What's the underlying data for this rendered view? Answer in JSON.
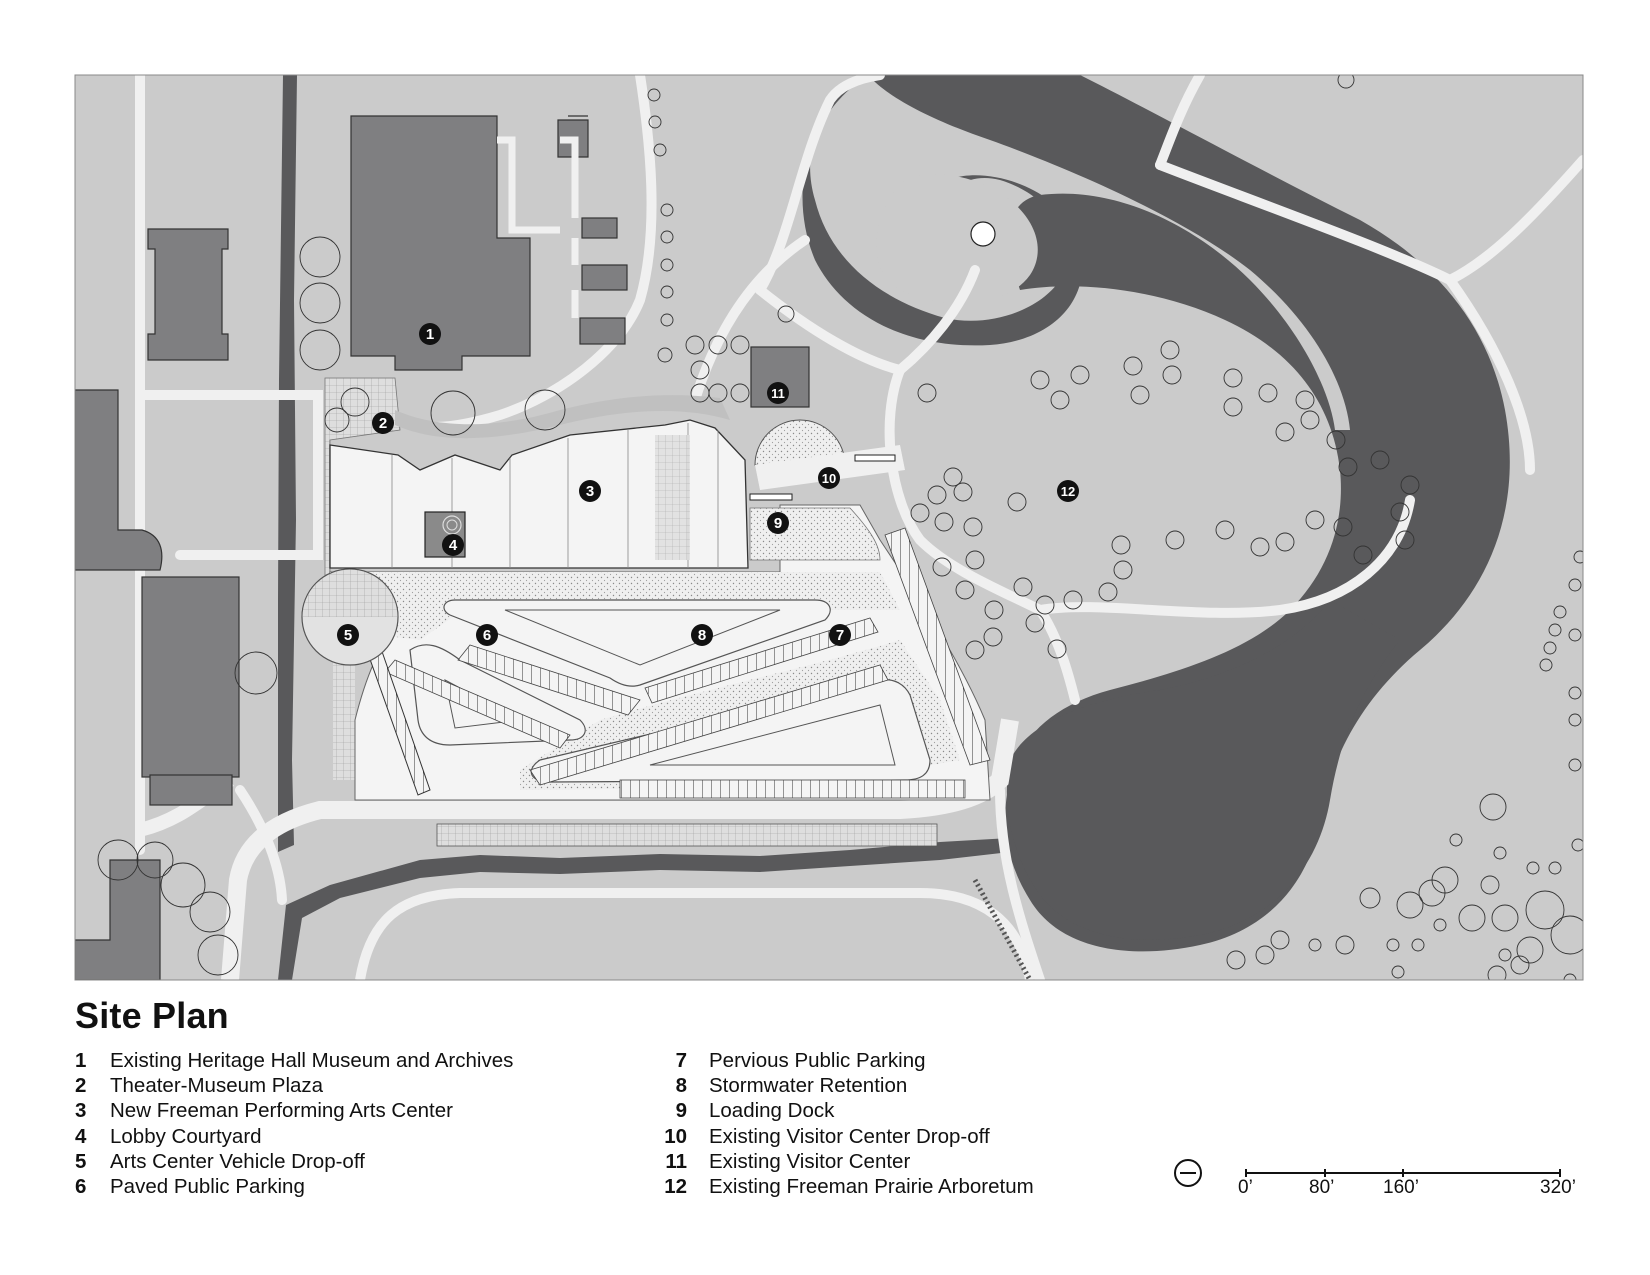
{
  "title": "Site Plan",
  "legend_left": [
    {
      "num": "1",
      "label": "Existing Heritage Hall Museum and Archives"
    },
    {
      "num": "2",
      "label": "Theater-Museum Plaza"
    },
    {
      "num": "3",
      "label": "New Freeman Performing Arts Center"
    },
    {
      "num": "4",
      "label": "Lobby Courtyard"
    },
    {
      "num": "5",
      "label": "Arts Center Vehicle Drop-off"
    },
    {
      "num": "6",
      "label": "Paved Public Parking"
    }
  ],
  "legend_right": [
    {
      "num": "7",
      "label": "Pervious Public Parking"
    },
    {
      "num": "8",
      "label": "Stormwater Retention"
    },
    {
      "num": "9",
      "label": "Loading Dock"
    },
    {
      "num": "10",
      "label": "Existing Visitor Center Drop-off"
    },
    {
      "num": "11",
      "label": "Existing Visitor Center"
    },
    {
      "num": "12",
      "label": "Existing Freeman Prairie Arboretum"
    }
  ],
  "scale": {
    "labels": [
      "0’",
      "80’",
      "160’",
      "320’"
    ]
  },
  "markers": [
    "1",
    "2",
    "3",
    "4",
    "5",
    "6",
    "7",
    "8",
    "9",
    "10",
    "11",
    "12"
  ],
  "colors": {
    "ground": "#cbcbcb",
    "path": "#f0f0f0",
    "building": "#7f7f81",
    "water": "#59595b",
    "roof": "#f4f4f4",
    "marker": "#111111"
  },
  "icons": {
    "north": "north-arrow-icon"
  }
}
